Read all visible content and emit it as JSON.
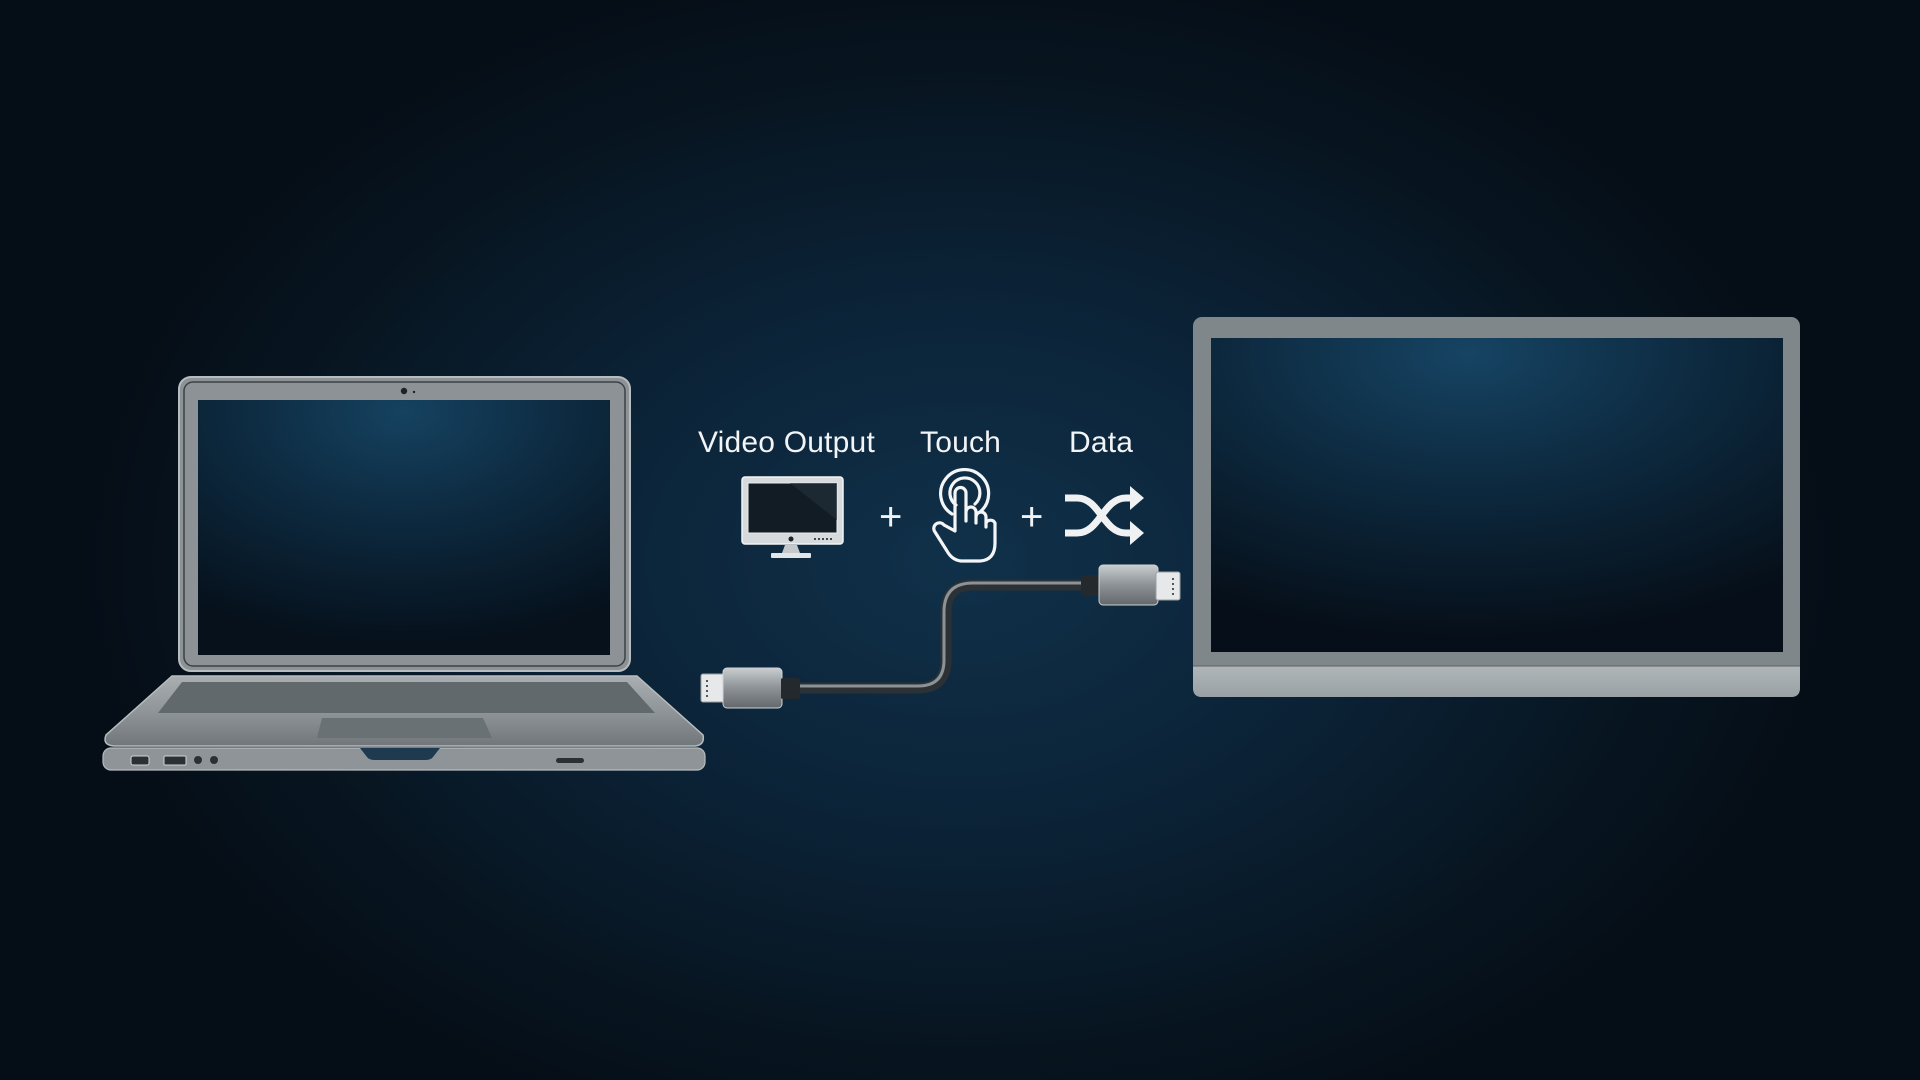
{
  "diagram": {
    "features": [
      {
        "label": "Video Output",
        "icon": "monitor-icon"
      },
      {
        "label": "Touch",
        "icon": "touch-hand-icon"
      },
      {
        "label": "Data",
        "icon": "shuffle-arrows-icon"
      }
    ],
    "separator": "+",
    "devices": {
      "source": "laptop",
      "target": "portable-monitor",
      "connection": "usb-c-cable"
    },
    "colors": {
      "background_center": "#10314a",
      "background_edge": "#050d16",
      "device_frame": "#8e9498",
      "device_frame_light": "#a7adb0",
      "screen": "#0b2233",
      "label_text": "#f2f4f6"
    }
  }
}
